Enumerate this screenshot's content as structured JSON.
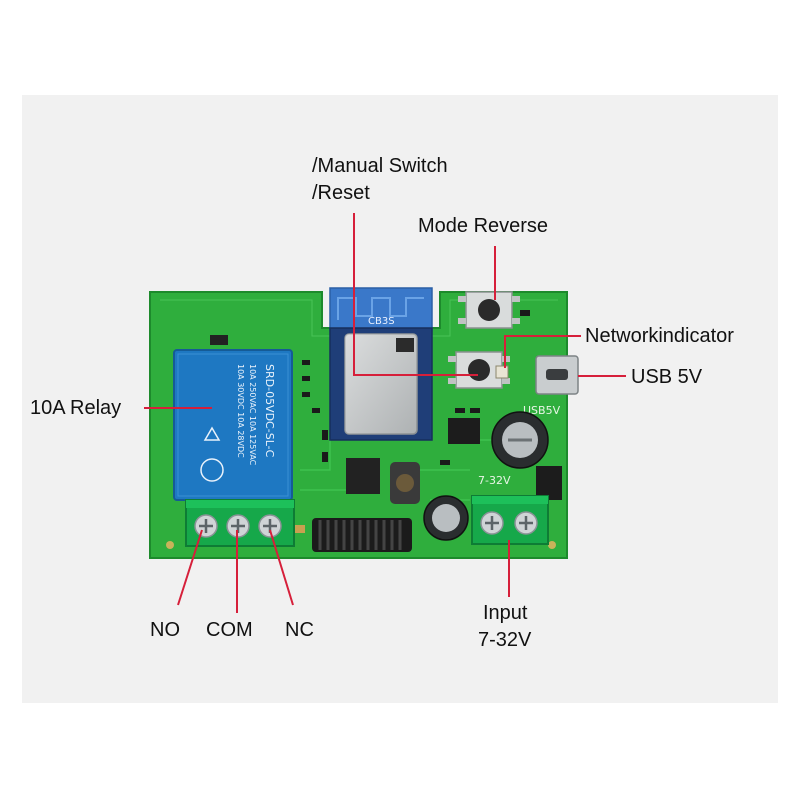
{
  "callouts": {
    "manual_switch": "/Manual Switch",
    "reset": "/Reset",
    "mode_reverse": "Mode Reverse",
    "network_indicator": "Networkindicator",
    "usb_5v": "USB 5V",
    "relay_10a": "10A Relay",
    "no": "NO",
    "com": "COM",
    "nc": "NC",
    "input": "Input",
    "input_range": "7-32V"
  },
  "board_markings": {
    "module": "CB3S",
    "usb": "USB5V",
    "power": "7-32V",
    "relay_model": "SRD-05VDC-SL-C",
    "relay_rating_1": "10A 250VAC  10A 125VAC",
    "relay_rating_2": "10A 30VDC   10A 28VDC"
  },
  "colors": {
    "pcb": "#2fae3d",
    "relay": "#1e78c2",
    "antenna_module": "#3a78c9",
    "leader_line": "#d61f3a",
    "terminal": "#16a84a"
  }
}
